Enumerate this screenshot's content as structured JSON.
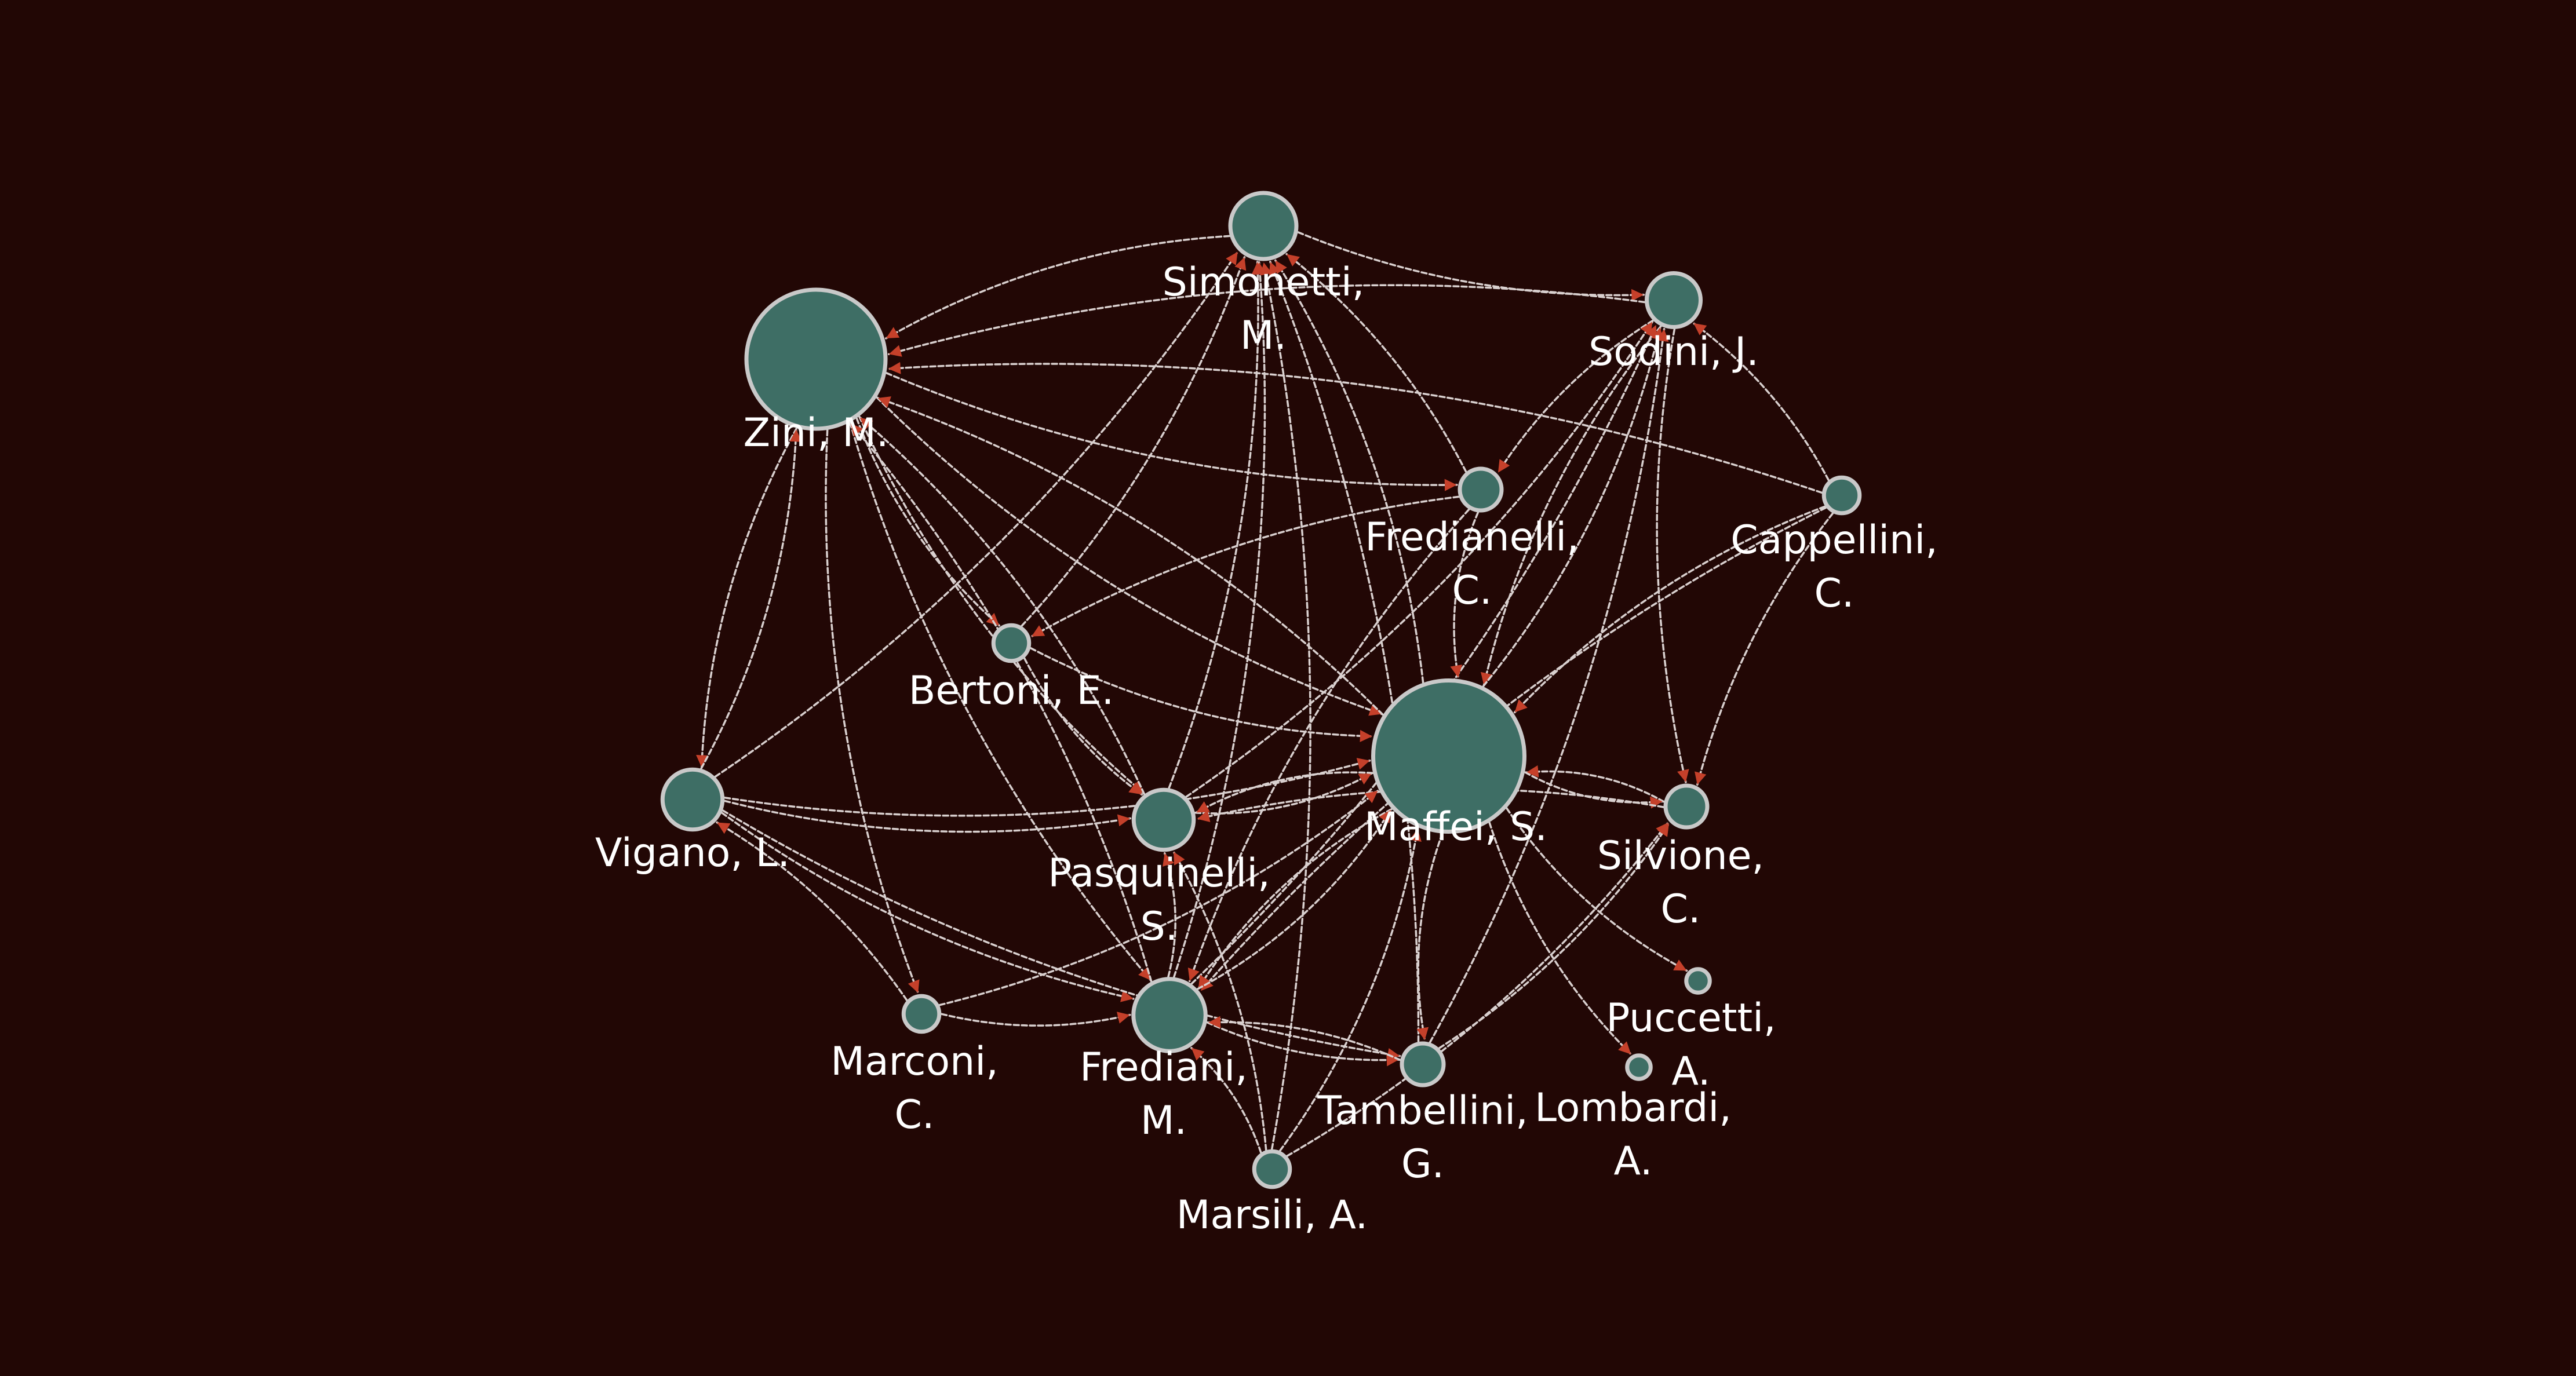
{
  "colors": {
    "background": "#220705",
    "node_fill": "#3e6e65",
    "node_stroke": "#c9c9c9",
    "edge": "#d9d0cf",
    "arrow": "#c5402a",
    "label": "#ffffff"
  },
  "graph": {
    "directed": true,
    "nodes": [
      {
        "id": "zini",
        "label_lines": [
          "Zini, M."
        ],
        "weight": 10
      },
      {
        "id": "simonetti",
        "label_lines": [
          "Simonetti,",
          "M."
        ],
        "weight": 4
      },
      {
        "id": "sodini",
        "label_lines": [
          "Sodini, J."
        ],
        "weight": 3
      },
      {
        "id": "fredianelli",
        "label_lines": [
          "Fredianelli,",
          "C."
        ],
        "weight": 2
      },
      {
        "id": "cappellini",
        "label_lines": [
          "Cappellini,",
          "C."
        ],
        "weight": 1.5
      },
      {
        "id": "bertoni",
        "label_lines": [
          "Bertoni, E."
        ],
        "weight": 1.5
      },
      {
        "id": "maffei",
        "label_lines": [
          "Maffei, S."
        ],
        "weight": 11
      },
      {
        "id": "vigano",
        "label_lines": [
          "Vigano, L."
        ],
        "weight": 3.5
      },
      {
        "id": "pasquinelli",
        "label_lines": [
          "Pasquinelli,",
          "S."
        ],
        "weight": 3.5
      },
      {
        "id": "silvione",
        "label_lines": [
          "Silvione,",
          "C."
        ],
        "weight": 2
      },
      {
        "id": "puccetti",
        "label_lines": [
          "Puccetti,",
          "A."
        ],
        "weight": 0.5
      },
      {
        "id": "marconi",
        "label_lines": [
          "Marconi,",
          "C."
        ],
        "weight": 1.5
      },
      {
        "id": "frediani",
        "label_lines": [
          "Frediani,",
          "M."
        ],
        "weight": 4.5
      },
      {
        "id": "tambellini",
        "label_lines": [
          "Tambellini,",
          "G."
        ],
        "weight": 2
      },
      {
        "id": "lombardi",
        "label_lines": [
          "Lombardi,",
          "A."
        ],
        "weight": 0.5
      },
      {
        "id": "marsili",
        "label_lines": [
          "Marsili, A."
        ],
        "weight": 1.5
      }
    ],
    "edges": [
      [
        "simonetti",
        "zini"
      ],
      [
        "simonetti",
        "sodini"
      ],
      [
        "fredianelli",
        "simonetti"
      ],
      [
        "maffei",
        "simonetti"
      ],
      [
        "pasquinelli",
        "simonetti"
      ],
      [
        "frediani",
        "simonetti"
      ],
      [
        "bertoni",
        "simonetti"
      ],
      [
        "vigano",
        "simonetti"
      ],
      [
        "tambellini",
        "simonetti"
      ],
      [
        "marsili",
        "simonetti"
      ],
      [
        "zini",
        "fredianelli"
      ],
      [
        "zini",
        "vigano"
      ],
      [
        "vigano",
        "zini"
      ],
      [
        "zini",
        "marconi"
      ],
      [
        "zini",
        "frediani"
      ],
      [
        "zini",
        "bertoni"
      ],
      [
        "zini",
        "pasquinelli"
      ],
      [
        "zini",
        "maffei"
      ],
      [
        "maffei",
        "zini"
      ],
      [
        "pasquinelli",
        "zini"
      ],
      [
        "frediani",
        "zini"
      ],
      [
        "sodini",
        "zini"
      ],
      [
        "cappellini",
        "zini"
      ],
      [
        "sodini",
        "fredianelli"
      ],
      [
        "sodini",
        "maffei"
      ],
      [
        "sodini",
        "silvione"
      ],
      [
        "maffei",
        "sodini"
      ],
      [
        "frediani",
        "sodini"
      ],
      [
        "pasquinelli",
        "sodini"
      ],
      [
        "cappellini",
        "sodini"
      ],
      [
        "tambellini",
        "sodini"
      ],
      [
        "fredianelli",
        "maffei"
      ],
      [
        "fredianelli",
        "bertoni"
      ],
      [
        "fredianelli",
        "frediani"
      ],
      [
        "cappellini",
        "maffei"
      ],
      [
        "cappellini",
        "frediani"
      ],
      [
        "cappellini",
        "silvione"
      ],
      [
        "bertoni",
        "maffei"
      ],
      [
        "bertoni",
        "pasquinelli"
      ],
      [
        "vigano",
        "maffei"
      ],
      [
        "vigano",
        "pasquinelli"
      ],
      [
        "vigano",
        "frediani"
      ],
      [
        "vigano",
        "tambellini"
      ],
      [
        "pasquinelli",
        "maffei"
      ],
      [
        "maffei",
        "pasquinelli"
      ],
      [
        "silvione",
        "maffei"
      ],
      [
        "maffei",
        "silvione"
      ],
      [
        "silvione",
        "pasquinelli"
      ],
      [
        "maffei",
        "puccetti"
      ],
      [
        "maffei",
        "lombardi"
      ],
      [
        "maffei",
        "frediani"
      ],
      [
        "frediani",
        "maffei"
      ],
      [
        "maffei",
        "tambellini"
      ],
      [
        "marconi",
        "frediani"
      ],
      [
        "marconi",
        "maffei"
      ],
      [
        "marconi",
        "vigano"
      ],
      [
        "frediani",
        "tambellini"
      ],
      [
        "frediani",
        "pasquinelli"
      ],
      [
        "marsili",
        "pasquinelli"
      ],
      [
        "marsili",
        "maffei"
      ],
      [
        "marsili",
        "silvione"
      ],
      [
        "tambellini",
        "silvione"
      ],
      [
        "tambellini",
        "frediani"
      ],
      [
        "marsili",
        "frediani"
      ]
    ]
  }
}
